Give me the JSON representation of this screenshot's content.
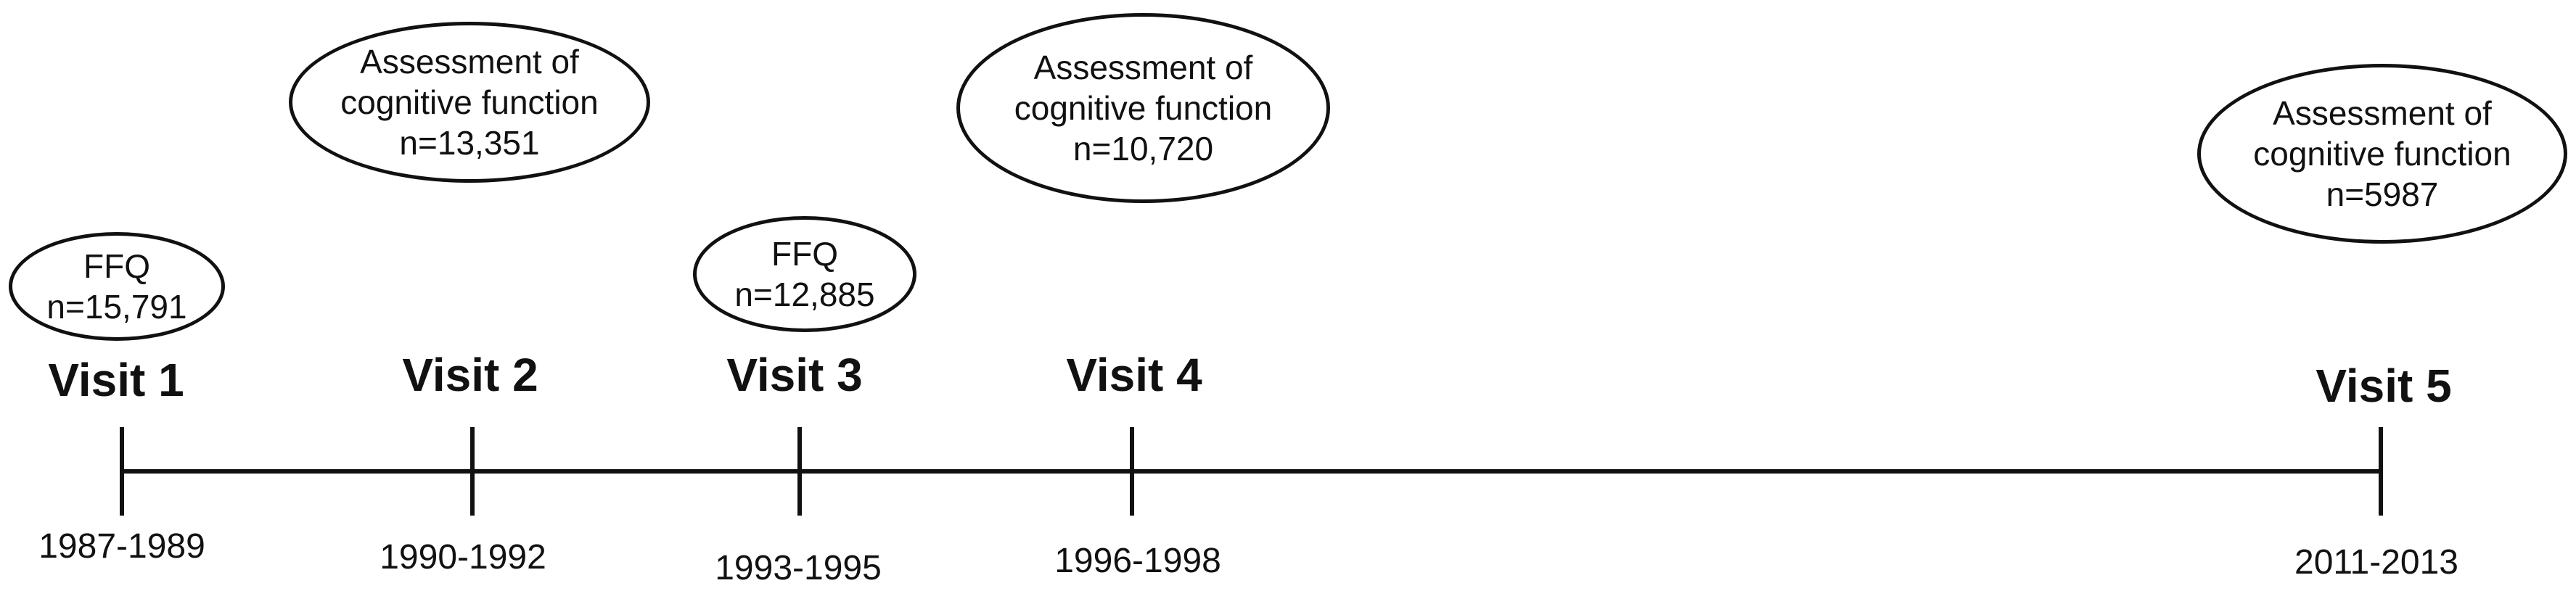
{
  "visits": [
    {
      "label": "Visit 1",
      "years": "1987-1989"
    },
    {
      "label": "Visit 2",
      "years": "1990-1992"
    },
    {
      "label": "Visit 3",
      "years": "1993-1995"
    },
    {
      "label": "Visit 4",
      "years": "1996-1998"
    },
    {
      "label": "Visit 5",
      "years": "2011-2013"
    }
  ],
  "bubbles": {
    "ffq_v1": {
      "line1": "FFQ",
      "line2": "n=15,791"
    },
    "ffq_v3": {
      "line1": "FFQ",
      "line2": "n=12,885"
    },
    "cog_v2": {
      "line1": "Assessment of",
      "line2": "cognitive function",
      "line3": "n=13,351"
    },
    "cog_v4": {
      "line1": "Assessment of",
      "line2": "cognitive function",
      "line3": "n=10,720"
    },
    "cog_v5": {
      "line1": "Assessment of",
      "line2": "cognitive function",
      "line3": "n=5987"
    }
  }
}
